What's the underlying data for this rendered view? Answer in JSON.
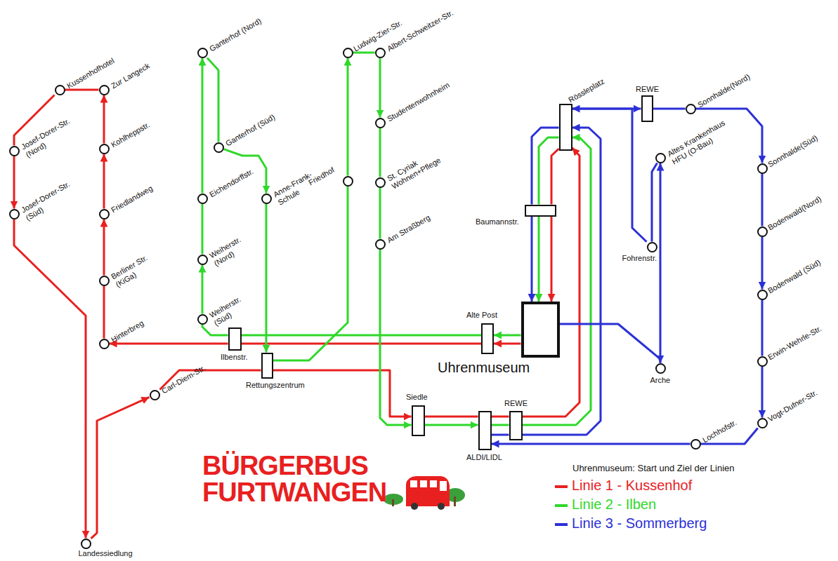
{
  "diagram": {
    "nodes": [
      {
        "text": [
          "Kussenhofhotel"
        ]
      },
      {
        "text": [
          "Zur Langeck"
        ]
      },
      {
        "text": [
          "Ganterhof (Nord)"
        ]
      },
      {
        "text": [
          "Ludwig-Zier-Str."
        ]
      },
      {
        "text": [
          "Albert-Schweitzer-Str."
        ]
      },
      {
        "text": [
          "Rössleplatz"
        ]
      },
      {
        "text": [
          "REWE"
        ]
      },
      {
        "text": [
          "Sonnhalde(Nord)"
        ]
      },
      {
        "text": [
          "Josef-Dorer-Str. (Nord)"
        ]
      },
      {
        "text": [
          "Kohlheppstr."
        ]
      },
      {
        "text": [
          "Ganterhof (Süd)"
        ]
      },
      {
        "text": [
          "Studentenwohnheim"
        ]
      },
      {
        "text": [
          "Altes Krankenhaus HFU (O-Bau)"
        ]
      },
      {
        "text": [
          "Sonnhalde(Süd)"
        ]
      },
      {
        "text": [
          "Eichendorffstr."
        ]
      },
      {
        "text": [
          "Anne-Frank-Schule"
        ]
      },
      {
        "text": [
          "Friedhof"
        ]
      },
      {
        "text": [
          "St. Cyriak Wohnen+Pflege"
        ]
      },
      {
        "text": [
          "Josef-Dorer-Str. (Süd)"
        ]
      },
      {
        "text": [
          "Friedlandweg"
        ]
      },
      {
        "text": [
          "Baumannstr."
        ]
      },
      {
        "text": [
          "Bodenwald(Nord)"
        ]
      },
      {
        "text": [
          "Am Straßberg"
        ]
      },
      {
        "text": [
          "Fohrenstr."
        ]
      },
      {
        "text": [
          "Weiherstr. (Nord)"
        ]
      },
      {
        "text": [
          "Berliner Str. (KiGa)"
        ]
      },
      {
        "text": [
          "Bodenwald (Süd)"
        ]
      },
      {
        "text": [
          "Weiherstr. (Süd)"
        ]
      },
      {
        "text": [
          "Alte Post"
        ]
      },
      {
        "text": [
          "Uhrenmuseum"
        ]
      },
      {
        "text": [
          "Hinterbreg"
        ]
      },
      {
        "text": [
          "Ilbenstr."
        ]
      },
      {
        "text": [
          "Erwin-Wehrle-Str."
        ]
      },
      {
        "text": [
          "Rettungszentrum"
        ]
      },
      {
        "text": [
          "Arche"
        ]
      },
      {
        "text": [
          "Carl-Diem-Str."
        ]
      },
      {
        "text": [
          "Siedle"
        ]
      },
      {
        "text": [
          "REWE"
        ]
      },
      {
        "text": [
          "Vogt-Dufner-Str."
        ]
      },
      {
        "text": [
          "ALDI/LIDL"
        ]
      },
      {
        "text": [
          "Lochhofstr."
        ]
      },
      {
        "text": [
          "Landessiedlung"
        ]
      }
    ],
    "edges": [
      {
        "from": 29,
        "to": 28,
        "arrow": "to"
      },
      {
        "from": 28,
        "to": 31,
        "arrow": "none"
      },
      {
        "from": 31,
        "to": 30,
        "arrow": "to"
      },
      {
        "from": 30,
        "to": 25,
        "arrow": "none"
      },
      {
        "from": 25,
        "to": 19,
        "arrow": "to"
      },
      {
        "from": 19,
        "to": 9,
        "arrow": "to"
      },
      {
        "from": 9,
        "to": 1,
        "arrow": "to"
      },
      {
        "from": 1,
        "to": 0,
        "arrow": "none"
      },
      {
        "from": 0,
        "to": 8,
        "arrow": "none"
      },
      {
        "from": 8,
        "to": 18,
        "arrow": "to"
      },
      {
        "from": 18,
        "to": 41,
        "arrow": "to"
      },
      {
        "from": 41,
        "to": 35,
        "arrow": "to"
      },
      {
        "from": 35,
        "to": 33,
        "arrow": "none"
      },
      {
        "from": 33,
        "to": 36,
        "arrow": "to"
      },
      {
        "from": 36,
        "to": 39,
        "arrow": "none"
      },
      {
        "from": 39,
        "to": 37,
        "arrow": "none"
      },
      {
        "from": 37,
        "to": 5,
        "arrow": "to"
      },
      {
        "from": 5,
        "to": 20,
        "arrow": "none"
      },
      {
        "from": 20,
        "to": 29,
        "arrow": "to"
      },
      {
        "from": 29,
        "to": 28,
        "arrow": "to"
      },
      {
        "from": 28,
        "to": 31,
        "arrow": "none"
      },
      {
        "from": 31,
        "to": 27,
        "arrow": "none"
      },
      {
        "from": 27,
        "to": 24,
        "arrow": "to"
      },
      {
        "from": 24,
        "to": 14,
        "arrow": "none"
      },
      {
        "from": 14,
        "to": 2,
        "arrow": "to"
      },
      {
        "from": 2,
        "to": 10,
        "arrow": "none"
      },
      {
        "from": 10,
        "to": 15,
        "arrow": "to"
      },
      {
        "from": 15,
        "to": 33,
        "arrow": "to"
      },
      {
        "from": 33,
        "to": 16,
        "arrow": "none"
      },
      {
        "from": 16,
        "to": 3,
        "arrow": "to"
      },
      {
        "from": 3,
        "to": 4,
        "arrow": "none"
      },
      {
        "from": 4,
        "to": 11,
        "arrow": "to"
      },
      {
        "from": 11,
        "to": 17,
        "arrow": "none"
      },
      {
        "from": 17,
        "to": 22,
        "arrow": "none"
      },
      {
        "from": 22,
        "to": 36,
        "arrow": "to"
      },
      {
        "from": 36,
        "to": 39,
        "arrow": "to"
      },
      {
        "from": 39,
        "to": 37,
        "arrow": "none"
      },
      {
        "from": 37,
        "to": 5,
        "arrow": "to"
      },
      {
        "from": 5,
        "to": 20,
        "arrow": "none"
      },
      {
        "from": 20,
        "to": 29,
        "arrow": "to"
      },
      {
        "from": 29,
        "to": 34,
        "arrow": "to"
      },
      {
        "from": 34,
        "to": 12,
        "arrow": "to"
      },
      {
        "from": 12,
        "to": 23,
        "arrow": "none"
      },
      {
        "from": 23,
        "to": 5,
        "arrow": "to"
      },
      {
        "from": 5,
        "to": 6,
        "arrow": "to"
      },
      {
        "from": 6,
        "to": 7,
        "arrow": "none"
      },
      {
        "from": 7,
        "to": 13,
        "arrow": "to"
      },
      {
        "from": 13,
        "to": 21,
        "arrow": "none"
      },
      {
        "from": 21,
        "to": 26,
        "arrow": "to"
      },
      {
        "from": 26,
        "to": 32,
        "arrow": "none"
      },
      {
        "from": 32,
        "to": 38,
        "arrow": "to"
      },
      {
        "from": 38,
        "to": 40,
        "arrow": "none"
      },
      {
        "from": 40,
        "to": 39,
        "arrow": "to"
      },
      {
        "from": 39,
        "to": 37,
        "arrow": "none"
      },
      {
        "from": 37,
        "to": 5,
        "arrow": "to"
      },
      {
        "from": 5,
        "to": 20,
        "arrow": "none"
      },
      {
        "from": 20,
        "to": 29,
        "arrow": "to"
      }
    ],
    "labels": [
      "Uhrenmuseum: Start und Ziel der Linien",
      "BÜRGERBUS",
      "FURTWANGEN"
    ],
    "legend": [
      {
        "text": "Linie 1 - Kussenhof",
        "color": "#e8201f"
      },
      {
        "text": "Linie 2 - Ilben",
        "color": "#2fd82a"
      },
      {
        "text": "Linie 3 - Sommerberg",
        "color": "#2b30d6"
      }
    ]
  }
}
